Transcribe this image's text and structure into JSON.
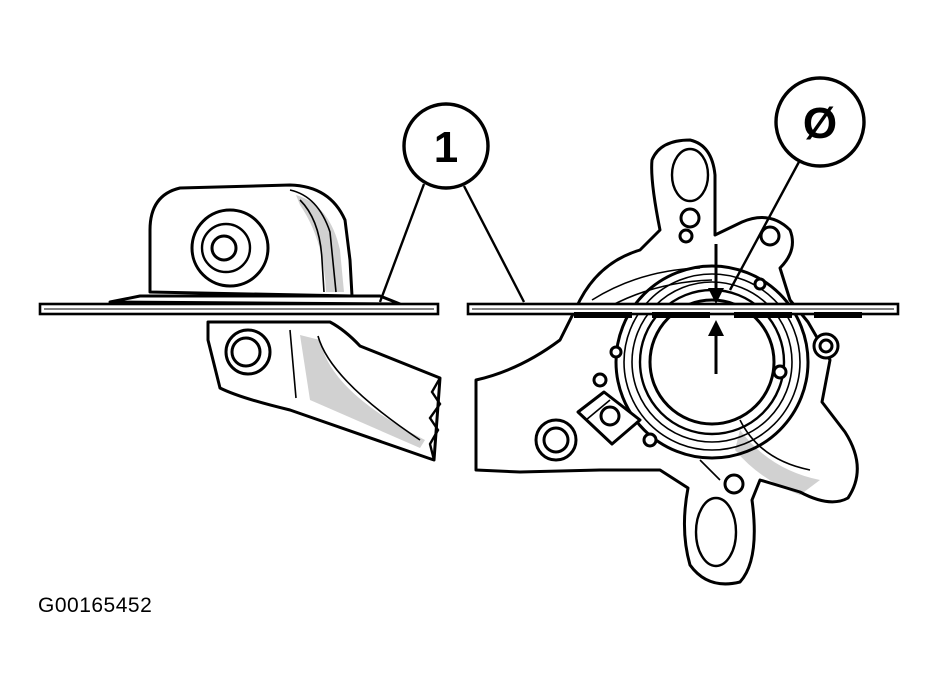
{
  "callouts": {
    "straightedge_label": "1",
    "diameter_label": "Ø"
  },
  "figure_id": "G00165452"
}
